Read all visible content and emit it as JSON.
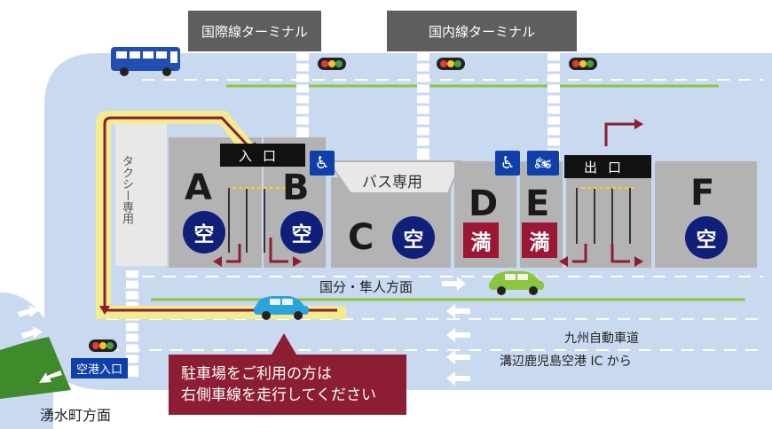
{
  "terminals": {
    "international": "国際線ターミナル",
    "domestic": "国内線ターミナル"
  },
  "lots": [
    {
      "letter": "A",
      "status": "空"
    },
    {
      "letter": "B",
      "status": "空"
    },
    {
      "letter": "C",
      "status": "空"
    },
    {
      "letter": "D",
      "status": "満"
    },
    {
      "letter": "E",
      "status": "満"
    },
    {
      "letter": "F",
      "status": "空"
    }
  ],
  "gates": {
    "entrance": "入口",
    "exit": "出口"
  },
  "bus_only": "バス専用",
  "taxi_only": "タクシー専用",
  "directions": {
    "kokubu": "国分・隼人方面",
    "kyushu_expressway": "九州自動車道",
    "mizobe_ic": "溝辺鹿児島空港 IC から",
    "yusui": "湧水町方面"
  },
  "airport_entrance": "空港入口",
  "notice": {
    "line1": "駐車場をご利用の方は",
    "line2": "右側車線を走行してください"
  },
  "icons": [
    "wheelchair-icon",
    "motorcycle-icon",
    "bus-icon",
    "car-icon",
    "traffic-light-icon"
  ],
  "colors": {
    "road": "#c9d9ef",
    "lot": "#b3b3b3",
    "available": "#0f1f7a",
    "full": "#9b1734",
    "route": "#8c1d33",
    "lane_highlight": "#f2ec8c",
    "median": "#8cc63f"
  }
}
